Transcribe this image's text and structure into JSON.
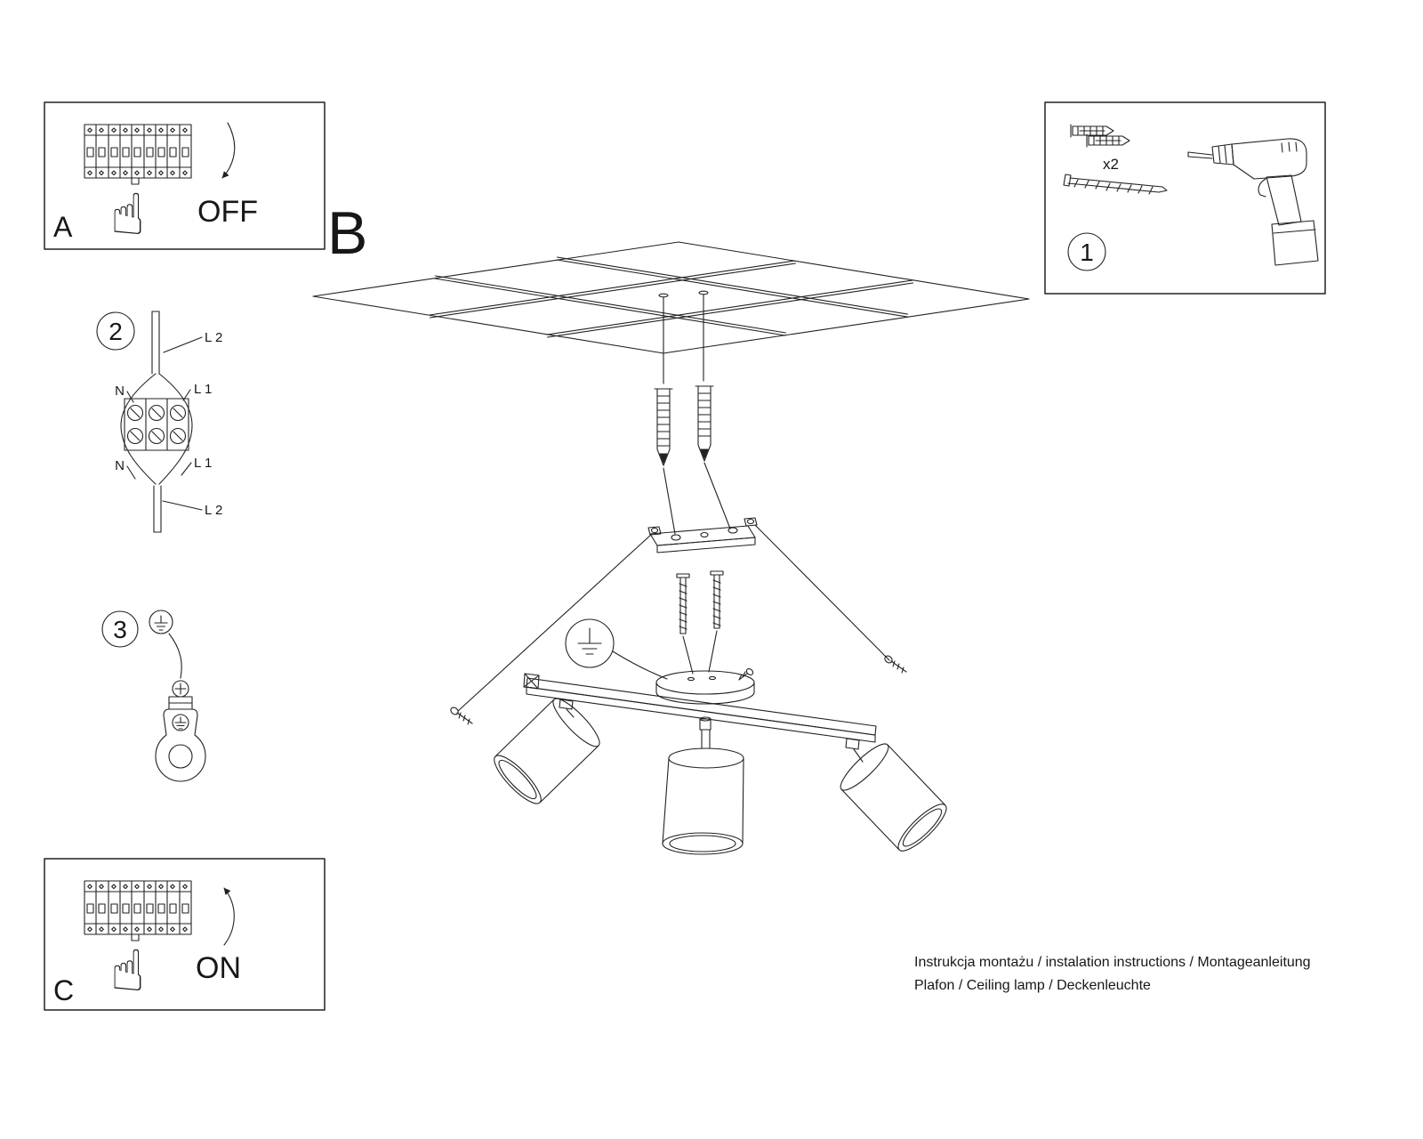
{
  "sheet": {
    "section_b": "B",
    "panel_a": {
      "label": "A",
      "state": "OFF"
    },
    "panel_c": {
      "label": "C",
      "state": "ON"
    },
    "steps": {
      "s1": "1",
      "s2": "2",
      "s3": "3"
    },
    "kit": {
      "plug_count": "x2"
    },
    "wiring": {
      "l2_top": "L 2",
      "l1_top": "L 1",
      "n_top": "N",
      "n_bottom": "N",
      "l1_bottom": "L 1",
      "l2_bottom": "L 2"
    },
    "icons": {
      "hand": "☝"
    },
    "footer": {
      "line1": "Instrukcja montażu / instalation instructions / Montageanleitung",
      "line2": "Plafon / Ceiling lamp / Deckenleuchte"
    }
  }
}
